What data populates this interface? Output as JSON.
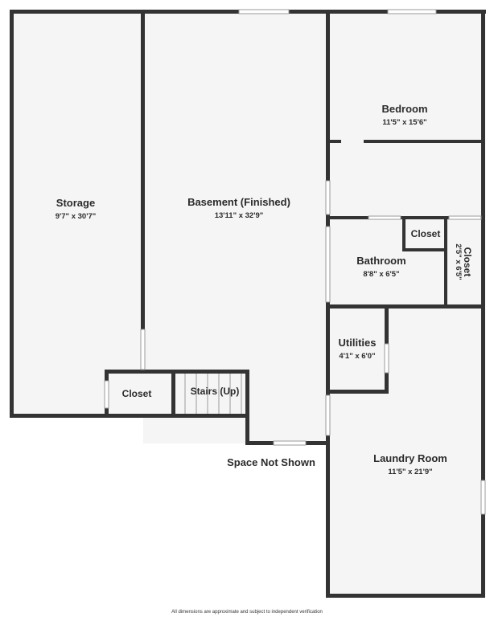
{
  "rooms": {
    "storage": {
      "name": "Storage",
      "dims": "9'7\" x 30'7\""
    },
    "basement": {
      "name": "Basement (Finished)",
      "dims": "13'11\" x 32'9\""
    },
    "bedroom": {
      "name": "Bedroom",
      "dims": "11'5\" x 15'6\""
    },
    "closet_small": {
      "name": "Closet"
    },
    "closet_side": {
      "name": "Closet",
      "dims": "2'5\" x 6'5\""
    },
    "bathroom": {
      "name": "Bathroom",
      "dims": "8'8\" x 6'5\""
    },
    "utilities": {
      "name": "Utilities",
      "dims": "4'1\" x 6'0\""
    },
    "closet_left": {
      "name": "Closet"
    },
    "stairs": {
      "name": "Stairs (Up)"
    },
    "laundry": {
      "name": "Laundry Room",
      "dims": "11'5\" x 21'9\""
    }
  },
  "space_not_shown": "Space Not Shown",
  "footer": "All dimensions are approximate and subject to independent verification",
  "colors": {
    "wall": "#333333",
    "floor": "#f5f5f5",
    "text": "#2b2b2b"
  }
}
